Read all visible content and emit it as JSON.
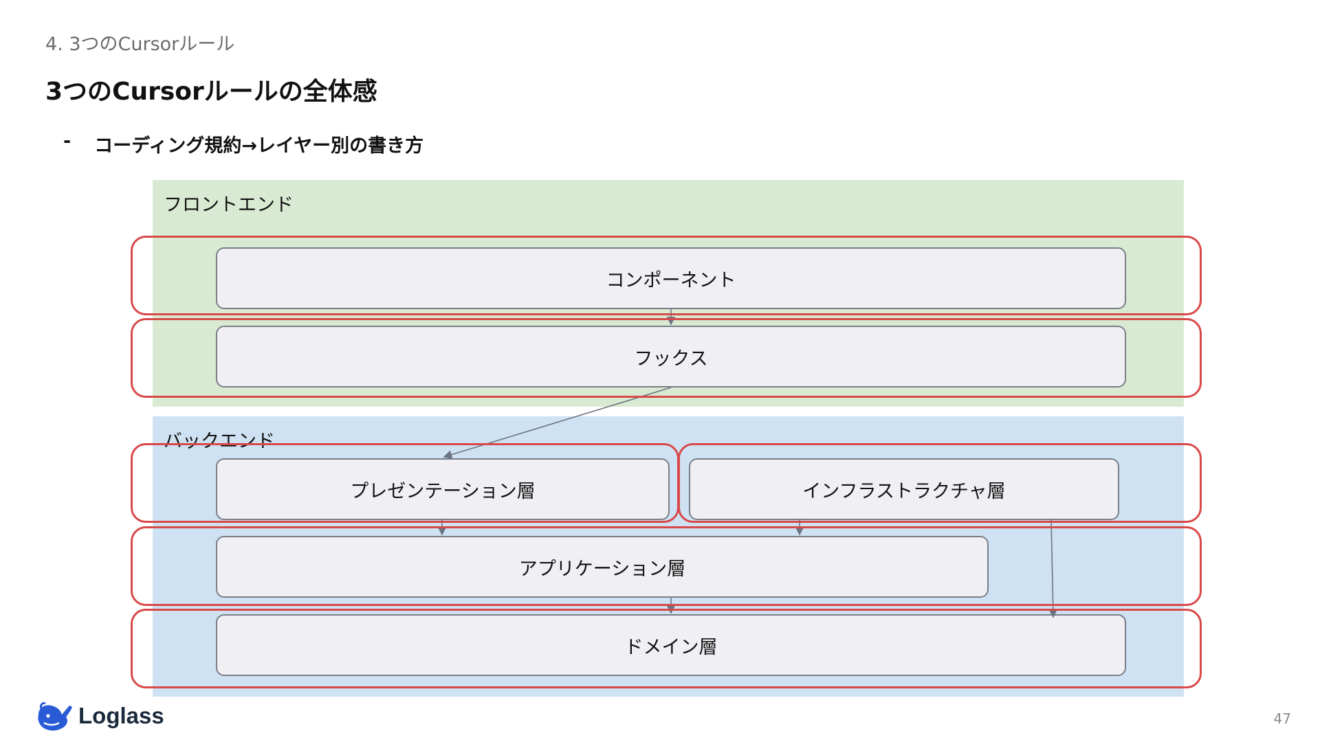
{
  "section_label": "4. 3つのCursorルール",
  "title": "3つのCursorルールの全体感",
  "bullet": {
    "marker": "-",
    "text": "コーディング規約→レイヤー別の書き方"
  },
  "zones": {
    "frontend": "フロントエンド",
    "backend": "バックエンド"
  },
  "nodes": {
    "component": "コンポーネント",
    "hooks": "フックス",
    "presentation": "プレゼンテーション層",
    "infrastructure": "インフラストラクチャ層",
    "application": "アプリケーション層",
    "domain": "ドメイン層"
  },
  "edges": [
    {
      "from": "component",
      "to": "hooks"
    },
    {
      "from": "hooks",
      "to": "presentation"
    },
    {
      "from": "presentation",
      "to": "application"
    },
    {
      "from": "infrastructure",
      "to": "application"
    },
    {
      "from": "application",
      "to": "domain"
    },
    {
      "from": "infrastructure",
      "to": "domain"
    }
  ],
  "colors": {
    "frontend_zone": "#d9ead3",
    "backend_zone": "#cfe2f3",
    "highlight": "#d94848",
    "box_fill": "#f0f0f4",
    "arrow": "#6b7480"
  },
  "logo": {
    "text": "Loglass",
    "icon": "whale-icon"
  },
  "page_number": "47"
}
